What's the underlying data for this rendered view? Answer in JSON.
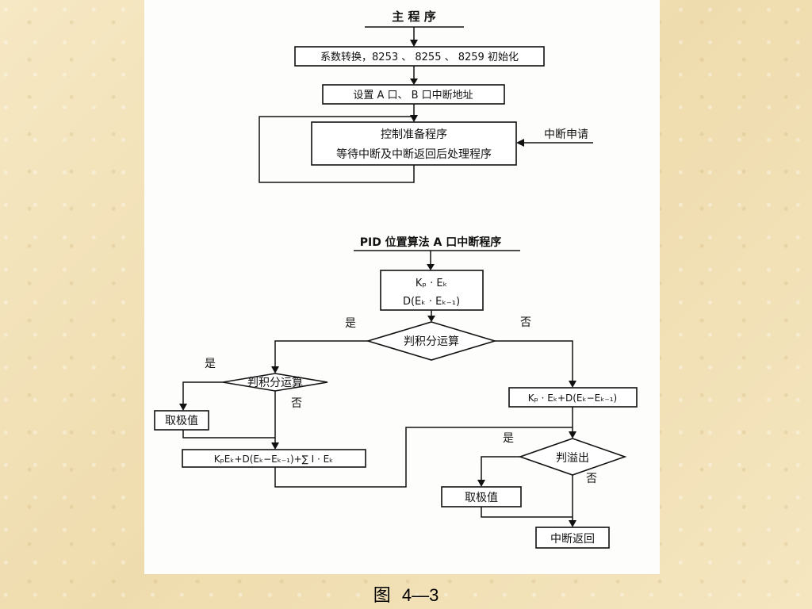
{
  "main_program": {
    "title": "主 程 序",
    "init_box": "系数转换，8253 、 8255 、 8259 初始化",
    "set_box": "设置 A 口、 B 口中断地址",
    "control_line1": "控制准备程序",
    "control_line2": "等待中断及中断返回后处理程序",
    "interrupt_request": "中断申请"
  },
  "pid_program": {
    "title": "PID 位置算法 A 口中断程序",
    "calc_line1": "Kₚ · Eₖ",
    "calc_line2": "D(Eₖ · Eₖ₋₁)",
    "decision_main": "判积分运算",
    "decision_left": "判积分运算",
    "decision_overflow": "判溢出",
    "yes": "是",
    "no": "否",
    "take_limit_left": "取极值",
    "take_limit_right": "取极值",
    "formula_with_integral": "KₚEₖ+D(Eₖ−Eₖ₋₁)+∑ I · Eₖ",
    "formula_no_integral": "Kₚ · Eₖ+D(Eₖ−Eₖ₋₁)",
    "interrupt_return": "中断返回"
  },
  "caption": {
    "figure_label": "图",
    "figure_number": "4—3"
  }
}
